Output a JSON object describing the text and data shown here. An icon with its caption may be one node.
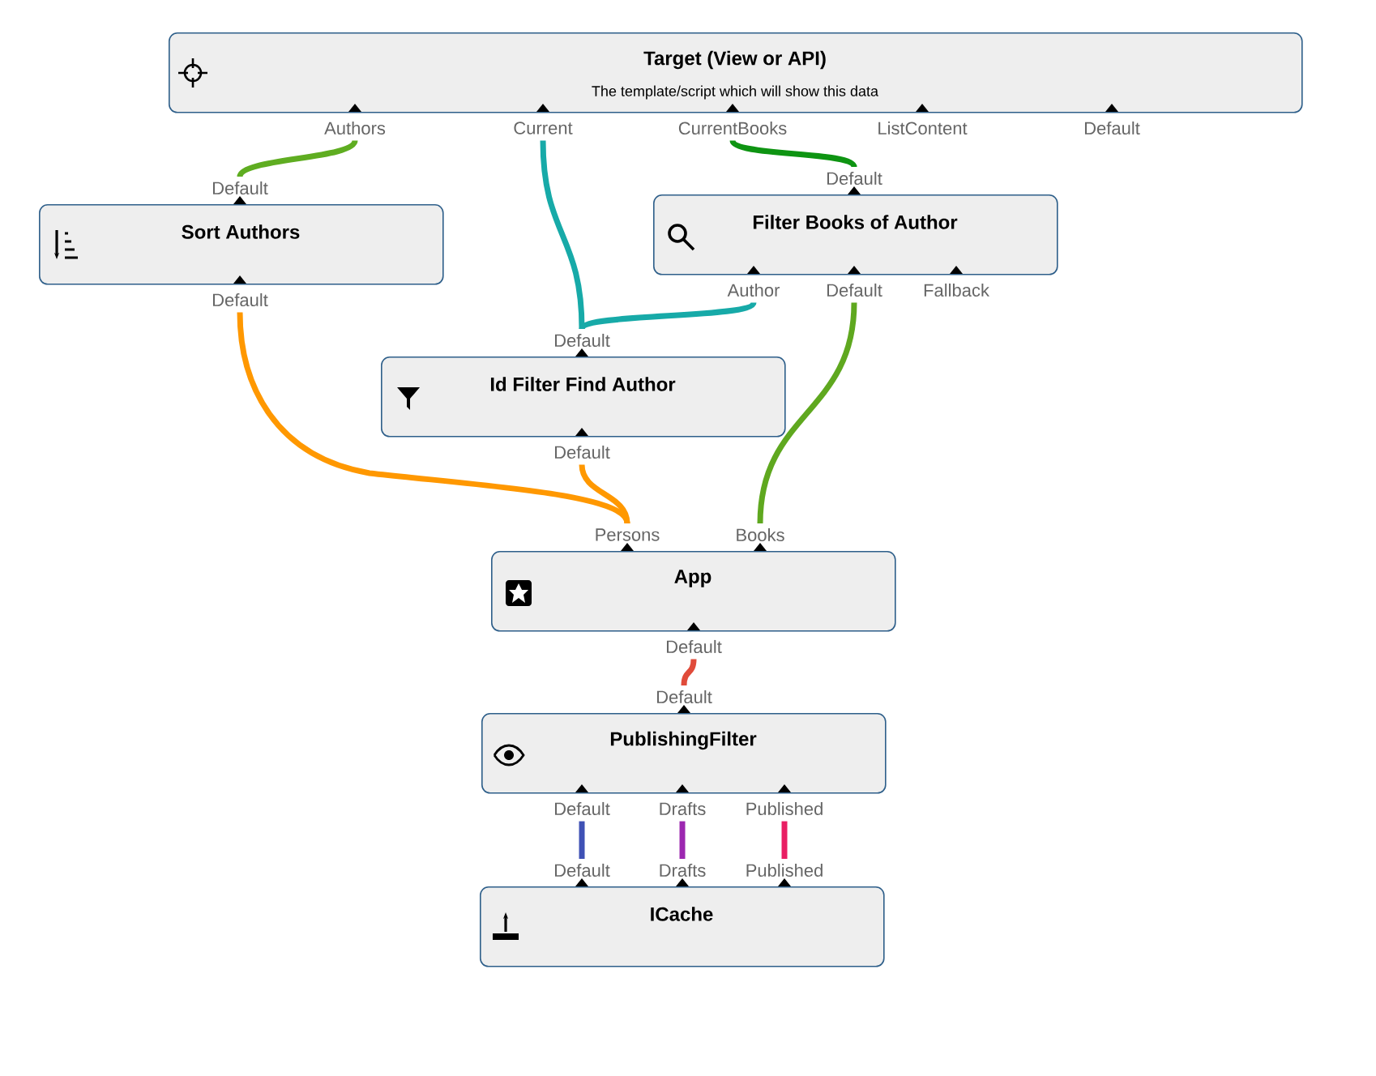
{
  "diagram": {
    "nodes": [
      {
        "text": [
          "Target (View or API)",
          "The template/script which will show this data"
        ],
        "beside": [
          "Authors",
          "Current",
          "CurrentBooks",
          "ListContent",
          "Default"
        ]
      },
      {
        "text": [
          "Sort Authors"
        ],
        "beside": [
          "Default",
          "Default"
        ]
      },
      {
        "text": [
          "Filter Books of Author"
        ],
        "beside": [
          "Default",
          "Author",
          "Default",
          "Fallback"
        ]
      },
      {
        "text": [
          "Id Filter Find Author"
        ],
        "beside": [
          "Default",
          "Default"
        ]
      },
      {
        "text": [
          "App"
        ],
        "beside": [
          "Persons",
          "Books",
          "Default"
        ]
      },
      {
        "text": [
          "PublishingFilter"
        ],
        "beside": [
          "Default",
          "Default",
          "Drafts",
          "Published"
        ]
      },
      {
        "text": [
          "ICache"
        ],
        "beside": [
          "Default",
          "Drafts",
          "Published"
        ]
      }
    ],
    "edges": [
      {
        "from": 6,
        "to": 5,
        "arrow": "none",
        "color": "#3f51b5"
      },
      {
        "from": 6,
        "to": 5,
        "arrow": "none",
        "color": "#9c27b0"
      },
      {
        "from": 6,
        "to": 5,
        "arrow": "none",
        "color": "#e91e63"
      },
      {
        "from": 5,
        "to": 4,
        "arrow": "none",
        "color": "#e04b3a"
      },
      {
        "from": 4,
        "to": 1,
        "arrow": "none",
        "color": "#ff9800"
      },
      {
        "from": 4,
        "to": 3,
        "arrow": "none",
        "color": "#ff9800"
      },
      {
        "from": 4,
        "to": 2,
        "arrow": "none",
        "color": "#5fa81f"
      },
      {
        "from": 3,
        "to": 0,
        "arrow": "none",
        "color": "#17aaa8"
      },
      {
        "from": 3,
        "to": 2,
        "arrow": "none",
        "color": "#17aaa8"
      },
      {
        "from": 1,
        "to": 0,
        "arrow": "none",
        "color": "#5fad21"
      },
      {
        "from": 2,
        "to": 0,
        "arrow": "none",
        "color": "#0e9412"
      }
    ]
  }
}
